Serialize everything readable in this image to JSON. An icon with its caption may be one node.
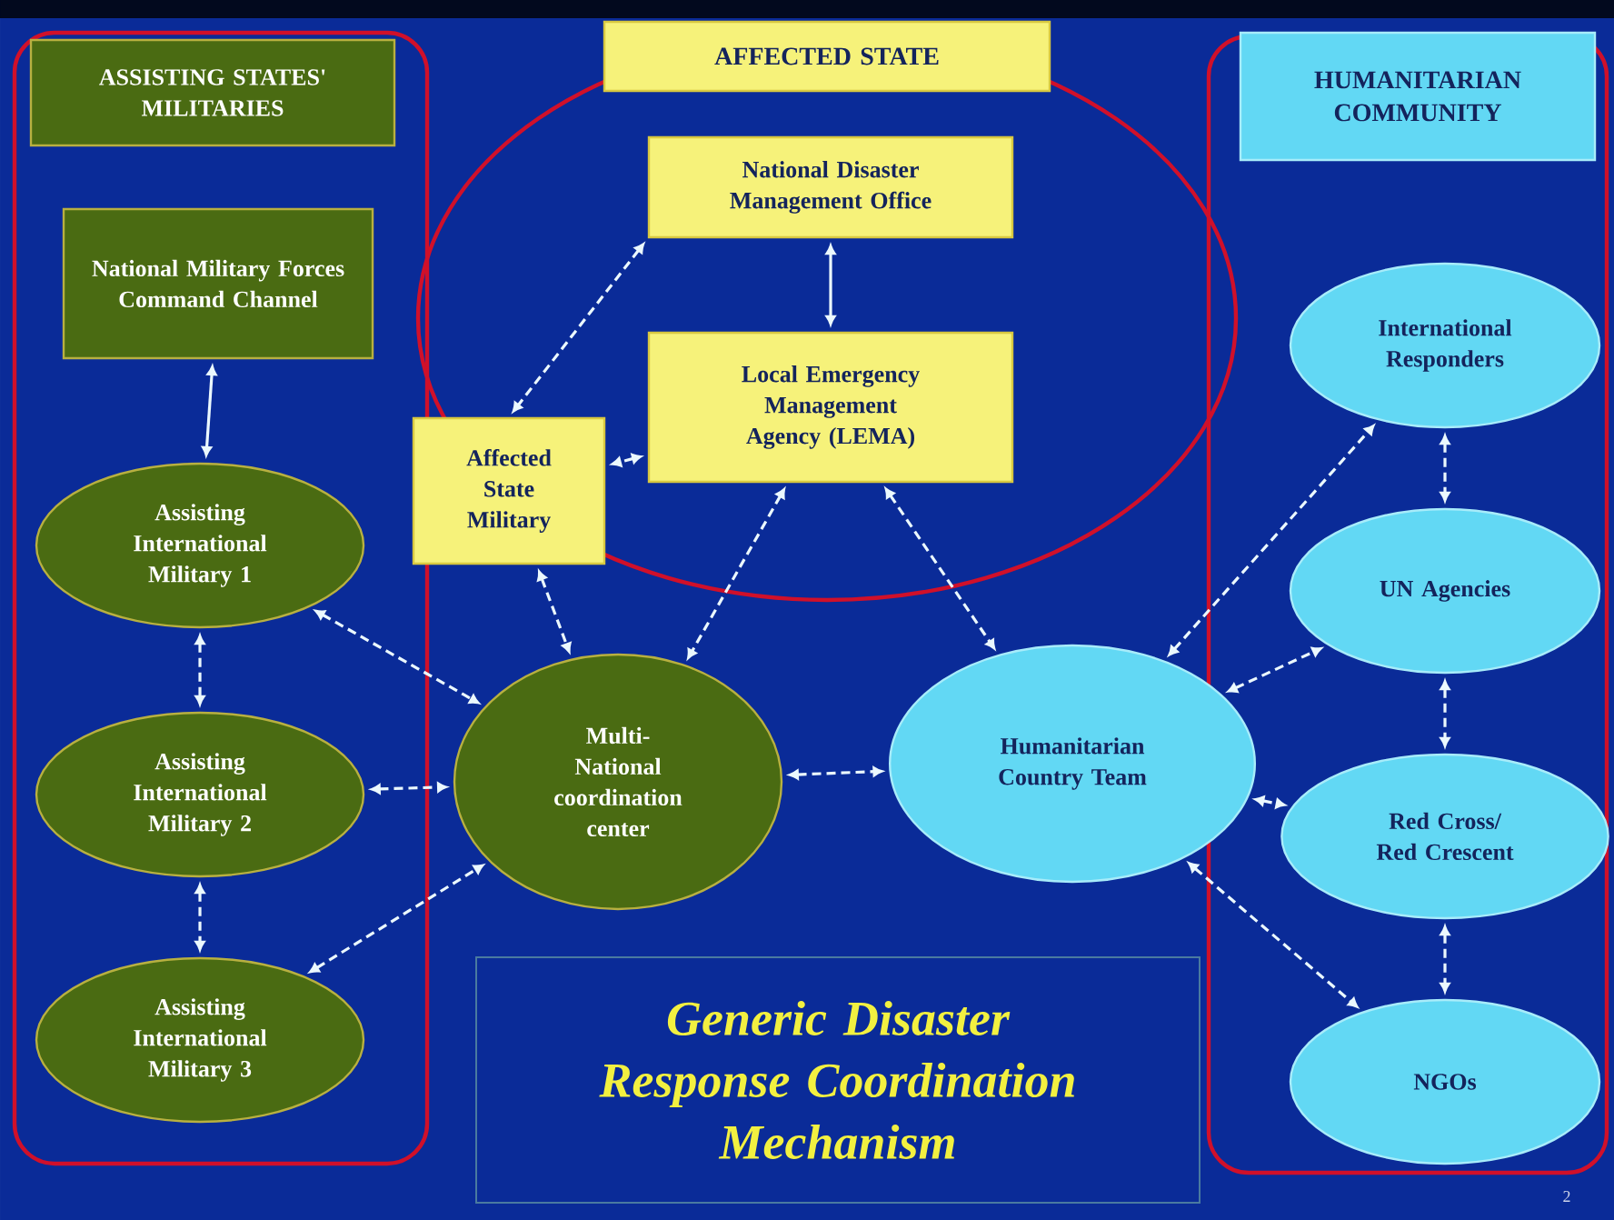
{
  "diagram": {
    "title": "Generic Disaster Response Coordination Mechanism",
    "nodes": [
      {
        "text": [
          "ASSISTING STATES' MILITARIES"
        ]
      },
      {
        "text": [
          "AFFECTED STATE"
        ]
      },
      {
        "text": [
          "HUMANITARIAN COMMUNITY"
        ]
      },
      {
        "text": [
          "National Disaster Management Office"
        ]
      },
      {
        "text": [
          "National Military Forces Command Channel"
        ]
      },
      {
        "text": [
          "Local Emergency Management Agency (LEMA)"
        ]
      },
      {
        "text": [
          "International Responders"
        ]
      },
      {
        "text": [
          "Affected State Military"
        ]
      },
      {
        "text": [
          "Assisting International Military 1"
        ]
      },
      {
        "text": [
          "UN Agencies"
        ]
      },
      {
        "text": [
          "Multi- National coordination center"
        ]
      },
      {
        "text": [
          "Humanitarian Country Team"
        ]
      },
      {
        "text": [
          "Assisting International Military 2"
        ]
      },
      {
        "text": [
          "Red Cross/ Red Crescent"
        ]
      },
      {
        "text": [
          "Assisting International Military 3"
        ]
      },
      {
        "text": [
          "NGOs"
        ]
      }
    ],
    "edges": [
      {
        "from": 4,
        "to": 8,
        "arrow": "both"
      },
      {
        "from": 3,
        "to": 5,
        "arrow": "both"
      },
      {
        "from": 3,
        "to": 7,
        "arrow": "both",
        "style": "dashed"
      },
      {
        "from": 5,
        "to": 7,
        "arrow": "both",
        "style": "dashed"
      },
      {
        "from": 7,
        "to": 10,
        "arrow": "both",
        "style": "dashed"
      },
      {
        "from": 5,
        "to": 10,
        "arrow": "both",
        "style": "dashed"
      },
      {
        "from": 5,
        "to": 11,
        "arrow": "both",
        "style": "dashed"
      },
      {
        "from": 8,
        "to": 10,
        "arrow": "both",
        "style": "dashed"
      },
      {
        "from": 12,
        "to": 10,
        "arrow": "both",
        "style": "dashed"
      },
      {
        "from": 14,
        "to": 10,
        "arrow": "both",
        "style": "dashed"
      },
      {
        "from": 10,
        "to": 11,
        "arrow": "both",
        "style": "dashed"
      },
      {
        "from": 11,
        "to": 6,
        "arrow": "both",
        "style": "dashed"
      },
      {
        "from": 11,
        "to": 9,
        "arrow": "both",
        "style": "dashed"
      },
      {
        "from": 11,
        "to": 13,
        "arrow": "both",
        "style": "dashed"
      },
      {
        "from": 11,
        "to": 15,
        "arrow": "both",
        "style": "dashed"
      },
      {
        "from": 8,
        "to": 12,
        "arrow": "both",
        "style": "dashed"
      },
      {
        "from": 12,
        "to": 14,
        "arrow": "both",
        "style": "dashed"
      },
      {
        "from": 6,
        "to": 9,
        "arrow": "both",
        "style": "dashed"
      },
      {
        "from": 9,
        "to": 13,
        "arrow": "both",
        "style": "dashed"
      },
      {
        "from": 13,
        "to": 15,
        "arrow": "both",
        "style": "dashed"
      }
    ],
    "labels": [
      "2"
    ]
  }
}
